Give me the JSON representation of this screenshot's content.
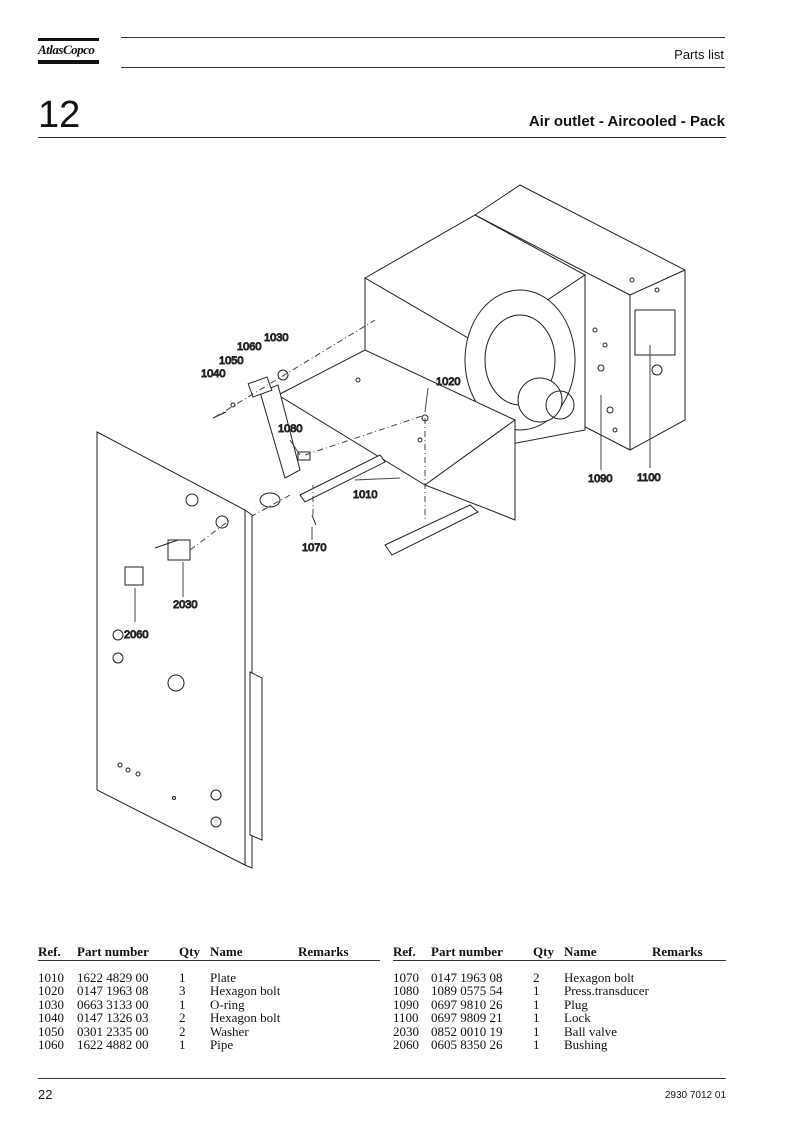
{
  "header": {
    "brand": "AtlasCopco",
    "doc_type": "Parts list",
    "chapter_number": "12",
    "section_title": "Air outlet - Aircooled - Pack"
  },
  "drawing": {
    "callouts": [
      "1030",
      "1060",
      "1050",
      "1040",
      "1020",
      "1080",
      "1010",
      "1070",
      "1090",
      "1100",
      "2030",
      "2060"
    ]
  },
  "parts_table": {
    "headers": {
      "ref": "Ref.",
      "part_number": "Part number",
      "qty": "Qty",
      "name": "Name",
      "remarks": "Remarks"
    },
    "left": [
      {
        "ref": "1010",
        "part_number": "1622 4829 00",
        "qty": "1",
        "name": "Plate"
      },
      {
        "ref": "1020",
        "part_number": "0147 1963 08",
        "qty": "3",
        "name": "Hexagon bolt"
      },
      {
        "ref": "1030",
        "part_number": "0663 3133 00",
        "qty": "1",
        "name": "O-ring"
      },
      {
        "ref": "1040",
        "part_number": "0147 1326 03",
        "qty": "2",
        "name": "Hexagon bolt"
      },
      {
        "ref": "1050",
        "part_number": "0301 2335 00",
        "qty": "2",
        "name": "Washer"
      },
      {
        "ref": "1060",
        "part_number": "1622 4882 00",
        "qty": "1",
        "name": "Pipe"
      }
    ],
    "right": [
      {
        "ref": "1070",
        "part_number": "0147 1963 08",
        "qty": "2",
        "name": "Hexagon bolt"
      },
      {
        "ref": "1080",
        "part_number": "1089 0575 54",
        "qty": "1",
        "name": "Press.transducer"
      },
      {
        "ref": "1090",
        "part_number": "0697 9810 26",
        "qty": "1",
        "name": "Plug"
      },
      {
        "ref": "1100",
        "part_number": "0697 9809 21",
        "qty": "1",
        "name": "Lock"
      },
      {
        "ref": "2030",
        "part_number": "0852 0010 19",
        "qty": "1",
        "name": "Ball valve"
      },
      {
        "ref": "2060",
        "part_number": "0605 8350 26",
        "qty": "1",
        "name": "Bushing"
      }
    ]
  },
  "footer": {
    "page_number": "22",
    "doc_number": "2930 7012 01"
  }
}
